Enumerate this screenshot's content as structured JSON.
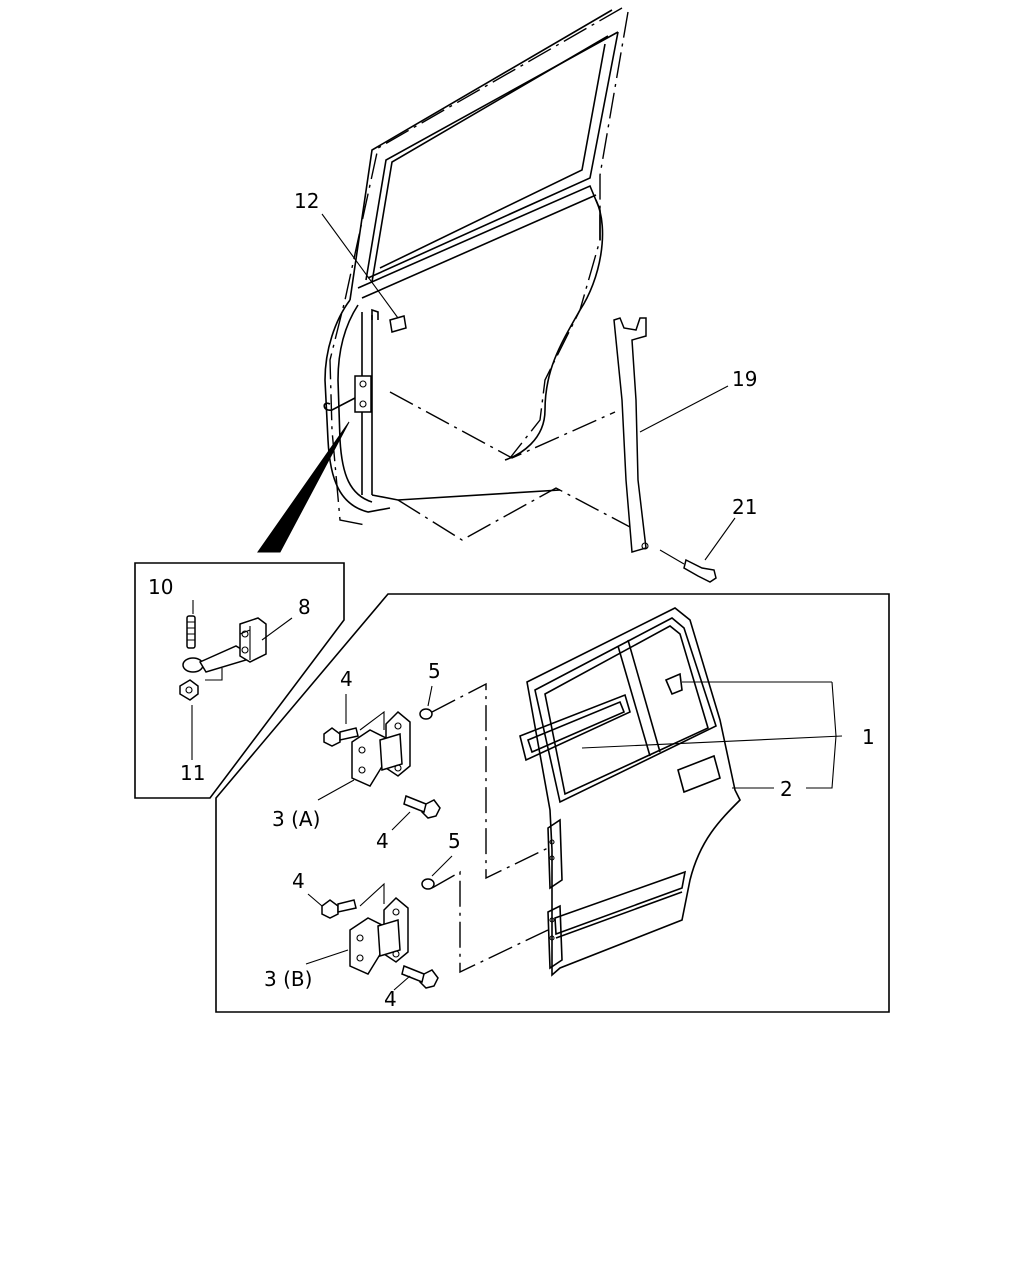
{
  "callouts": {
    "c1": "1",
    "c2": "2",
    "c3a": "3 (A)",
    "c3b": "3 (B)",
    "c4a": "4",
    "c4b": "4",
    "c4c": "4",
    "c4d": "4",
    "c5a": "5",
    "c5b": "5",
    "c8": "8",
    "c10": "10",
    "c11": "11",
    "c12": "12",
    "c19": "19",
    "c21": "21"
  }
}
